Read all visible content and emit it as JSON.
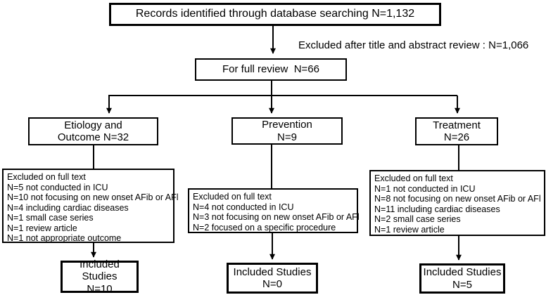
{
  "diagram": {
    "top_box": {
      "label": "Records identified through database searching N=1,132"
    },
    "title_abstract_exclusion": {
      "label": "Excluded after title and abstract review : N=1,066"
    },
    "full_review_box": {
      "label": "For full review  N=66"
    },
    "branches": [
      {
        "name": "etiology-outcome",
        "title_line1": "Etiology and",
        "title_line2": "Outcome N=32",
        "excluded": {
          "header": "Excluded on full text",
          "items": [
            "N=5 not conducted in ICU",
            "N=10 not focusing on new onset AFib or AFl",
            "N=4 including cardiac diseases",
            "N=1 small case series",
            "N=1 review article",
            "N=1 not appropriate outcome"
          ]
        },
        "included": {
          "line1": "Included Studies",
          "line2": "N=10"
        }
      },
      {
        "name": "prevention",
        "title_line1": "Prevention",
        "title_line2": "N=9",
        "excluded": {
          "header": "Excluded on full text",
          "items": [
            "N=4 not conducted in ICU",
            "N=3 not focusing on new onset AFib or AFl",
            "N=2 focused on a specific procedure"
          ]
        },
        "included": {
          "line1": "Included Studies",
          "line2": "N=0"
        }
      },
      {
        "name": "treatment",
        "title_line1": "Treatment",
        "title_line2": "N=26",
        "excluded": {
          "header": "Excluded on full text",
          "items": [
            "N=1 not conducted in ICU",
            "N=8 not focusing on new onset AFib or AFl",
            "N=11 including cardiac diseases",
            "N=2 small case series",
            "N=1 review article"
          ]
        },
        "included": {
          "line1": "Included Studies",
          "line2": "N=5"
        }
      }
    ],
    "colors": {
      "line": "#000000",
      "background": "#ffffff",
      "text": "#000000"
    }
  }
}
